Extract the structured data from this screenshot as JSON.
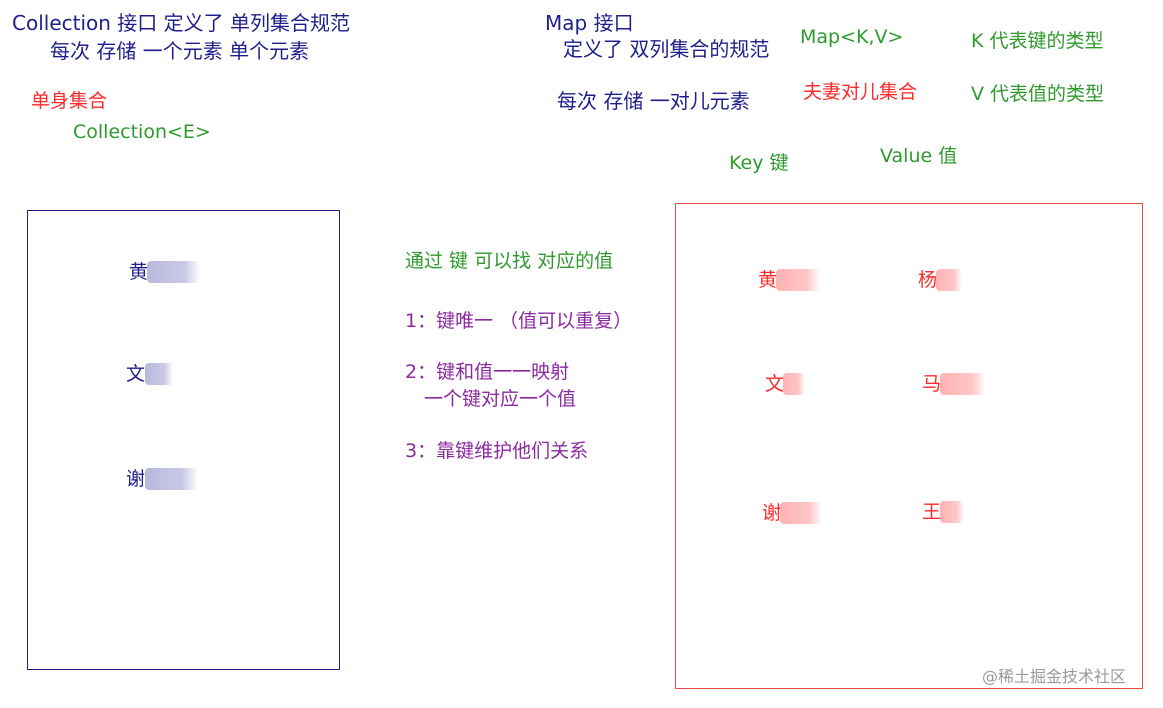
{
  "collection": {
    "line1": "Collection 接口  定义了 单列集合规范",
    "line2": "每次 存储 一个元素   单个元素",
    "single_label": "单身集合",
    "generic": "Collection<E>",
    "items": [
      "黄",
      "文",
      "谢"
    ]
  },
  "map": {
    "title": "Map 接口",
    "defines": "定义了 双列集合的规范",
    "store": "每次 存储 一对儿元素",
    "generic": "Map<K,V>",
    "couple": "夫妻对儿集合",
    "k_type": "K 代表键的类型",
    "v_type": "V 代表值的类型",
    "key_label": "Key   键",
    "value_label": "Value    值",
    "keys": [
      "黄",
      "文",
      "谢"
    ],
    "values": [
      "杨",
      "马",
      "王"
    ]
  },
  "notes": {
    "find": "通过 键 可以找 对应的值",
    "rule1": "1：键唯一  （值可以重复）",
    "rule2a": "2：键和值一一映射",
    "rule2b": "一个键对应一个值",
    "rule3": "3：靠键维护他们关系"
  },
  "watermark": "@稀土掘金技术社区",
  "colors": {
    "navy": "#1f1f8c",
    "green": "#2e9a2e",
    "red": "#ff2a2a",
    "purple": "#8c2aa0"
  }
}
